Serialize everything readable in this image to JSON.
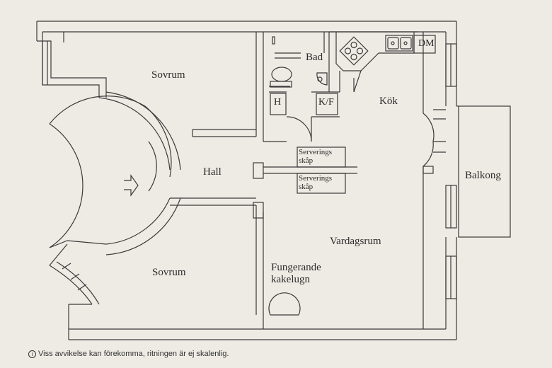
{
  "rooms": {
    "sovrum_top": "Sovrum",
    "sovrum_bottom": "Sovrum",
    "hall": "Hall",
    "bad": "Bad",
    "kok": "Kök",
    "balkong": "Balkong",
    "vardagsrum": "Vardagsrum",
    "kakelugn_line1": "Fungerande",
    "kakelugn_line2": "kakelugn"
  },
  "fixtures": {
    "dm": "DM",
    "h": "H",
    "kf": "K/F",
    "servering1_line1": "Serverings",
    "servering1_line2": "skåp",
    "servering2_line1": "Serverings",
    "servering2_line2": "skåp"
  },
  "footer": {
    "icon": "i",
    "disclaimer": "Viss avvikelse kan förekomma, ritningen är ej skalenlig."
  }
}
